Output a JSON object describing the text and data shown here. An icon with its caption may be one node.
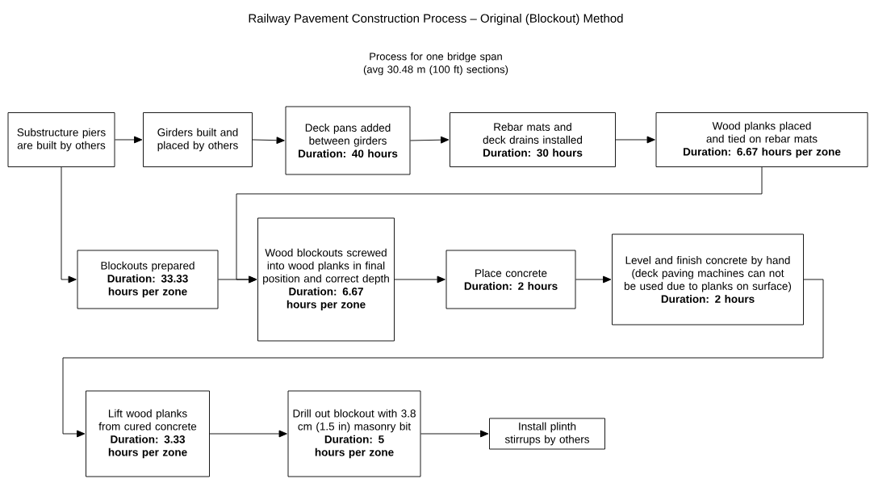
{
  "diagram": {
    "title": "Railway Pavement Construction Process – Original (Blockout) Method",
    "nodes": [
      {
        "text": [
          "Substructure piers are built by others"
        ]
      },
      {
        "text": [
          "Girders built and placed by others"
        ]
      },
      {
        "text": [
          "Deck pans added between girders",
          "Duration: 40 hours"
        ]
      },
      {
        "text": [
          "Rebar mats and deck drains installed",
          "Duration: 30 hours"
        ]
      },
      {
        "text": [
          "Wood planks placed and tied on rebar mats",
          "Duration: 6.67 hours per zone"
        ]
      },
      {
        "text": [
          "Blockouts prepared",
          "Duration: 33.33 hours per zone"
        ]
      },
      {
        "text": [
          "Wood blockouts screwed into wood planks in final position and correct depth",
          "Duration: 6.67 hours per zone"
        ]
      },
      {
        "text": [
          "Place concrete",
          "Duration: 2 hours"
        ]
      },
      {
        "text": [
          "Level and finish concrete by hand (deck paving machines can not be used due to planks on surface)",
          "Duration: 2 hours"
        ]
      },
      {
        "text": [
          "Lift wood planks from cured concrete",
          "Duration: 3.33 hours per zone"
        ]
      },
      {
        "text": [
          "Drill out blockout with 3.8 cm (1.5 in) masonry bit",
          "Duration: 5 hours per zone"
        ]
      },
      {
        "text": [
          "Install plinth stirrups by others"
        ]
      }
    ],
    "edges": [
      {
        "from": 0,
        "to": 1,
        "arrow": "to"
      },
      {
        "from": 1,
        "to": 2,
        "arrow": "to"
      },
      {
        "from": 2,
        "to": 3,
        "arrow": "to"
      },
      {
        "from": 3,
        "to": 4,
        "arrow": "to"
      },
      {
        "from": 0,
        "to": 5,
        "arrow": "to"
      },
      {
        "from": 5,
        "to": 6,
        "arrow": "to"
      },
      {
        "from": 4,
        "to": 6,
        "arrow": "to"
      },
      {
        "from": 6,
        "to": 7,
        "arrow": "to"
      },
      {
        "from": 7,
        "to": 8,
        "arrow": "to"
      },
      {
        "from": 8,
        "to": 9,
        "arrow": "to"
      },
      {
        "from": 9,
        "to": 10,
        "arrow": "to"
      },
      {
        "from": 10,
        "to": 11,
        "arrow": "to"
      }
    ],
    "labels": [
      "Process for one bridge span (avg 30.48 m (100 ft) sections)"
    ]
  }
}
